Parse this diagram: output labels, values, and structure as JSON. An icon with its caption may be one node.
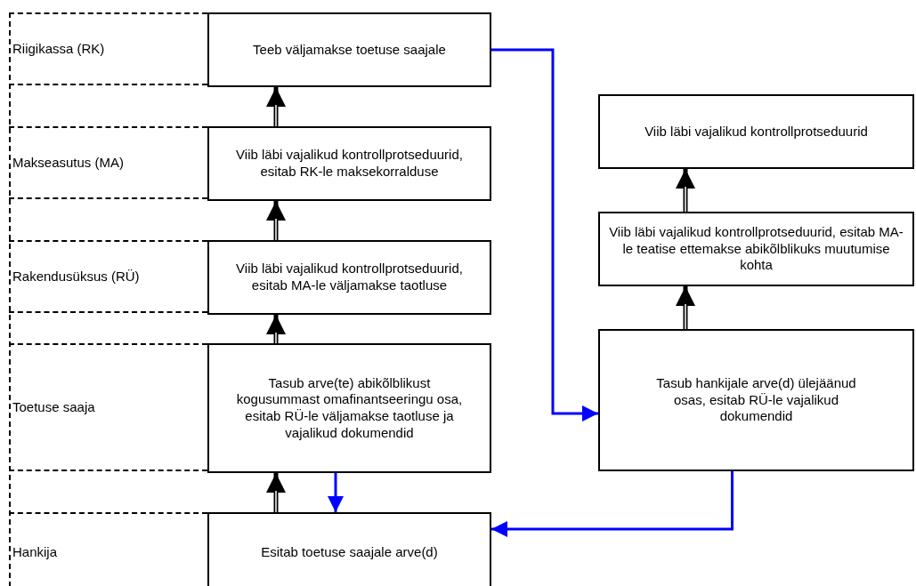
{
  "diagram": {
    "nodes": [
      {
        "text": [
          "Riigikassa (RK)"
        ]
      },
      {
        "text": [
          "Teeb väljamakse toetuse saajale"
        ]
      },
      {
        "text": [
          "Viib läbi vajalikud kontrollprotseduurid"
        ]
      },
      {
        "text": [
          "Makseasutus (MA)"
        ]
      },
      {
        "text": [
          "Viib läbi vajalikud kontrollprotseduurid, esitab RK-le maksekorralduse"
        ]
      },
      {
        "text": [
          "Viib läbi vajalikud kontrollprotseduurid, esitab MA-le teatise ettemakse abikõlblikuks muutumise kohta"
        ]
      },
      {
        "text": [
          "Rakendusüksus (RÜ)"
        ]
      },
      {
        "text": [
          "Viib läbi vajalikud kontrollprotseduurid, esitab MA-le väljamakse taotluse"
        ]
      },
      {
        "text": [
          "Tasub hankijale arve(d) ülejäänud osas, esitab RÜ-le vajalikud dokumendid"
        ]
      },
      {
        "text": [
          "Toetuse saaja"
        ]
      },
      {
        "text": [
          "Tasub arve(te) abikõlblikust kogusummast omafinantseeringu osa, esitab RÜ-le väljamakse taotluse ja vajalikud dokumendid"
        ]
      },
      {
        "text": [
          "Hankija"
        ]
      },
      {
        "text": [
          "Esitab toetuse saajale arve(d)"
        ]
      }
    ],
    "edges": [
      {
        "from": 4,
        "to": 1,
        "arrow": "to"
      },
      {
        "from": 7,
        "to": 4,
        "arrow": "to"
      },
      {
        "from": 10,
        "to": 7,
        "arrow": "to"
      },
      {
        "from": 12,
        "to": 10,
        "arrow": "to"
      },
      {
        "from": 5,
        "to": 2,
        "arrow": "to"
      },
      {
        "from": 8,
        "to": 5,
        "arrow": "to"
      },
      {
        "from": 1,
        "to": 8,
        "arrow": "to",
        "color": "#0000ff"
      },
      {
        "from": 10,
        "to": 12,
        "arrow": "to",
        "color": "#0000ff"
      },
      {
        "from": 8,
        "to": 12,
        "arrow": "to",
        "color": "#0000ff"
      }
    ]
  }
}
